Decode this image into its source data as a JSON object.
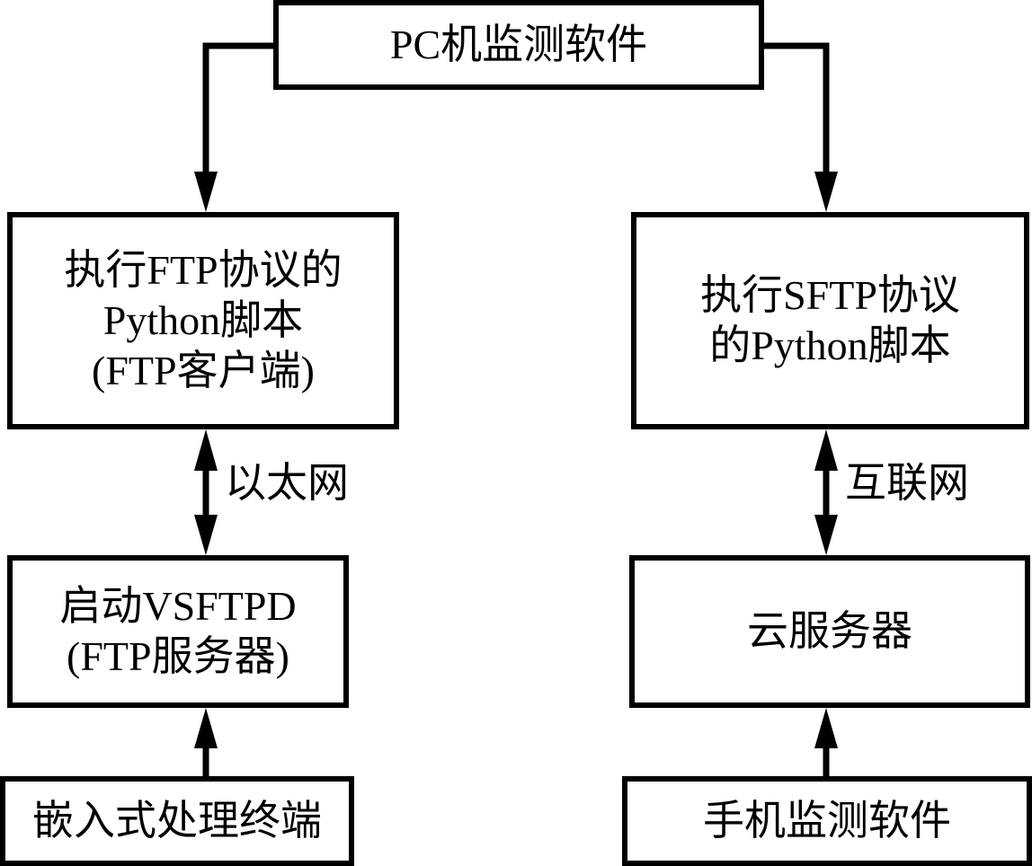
{
  "diagram": {
    "nodes": {
      "pc_software": {
        "lines": [
          "PC机监测软件"
        ]
      },
      "ftp_script": {
        "lines": [
          "执行FTP协议的",
          "Python脚本",
          "(FTP客户端)"
        ]
      },
      "sftp_script": {
        "lines": [
          "执行SFTP协议",
          "的Python脚本"
        ]
      },
      "vsftpd": {
        "lines": [
          "启动VSFTPD",
          "(FTP服务器)"
        ]
      },
      "cloud_server": {
        "lines": [
          "云服务器"
        ]
      },
      "embedded_terminal": {
        "lines": [
          "嵌入式处理终端"
        ]
      },
      "mobile_software": {
        "lines": [
          "手机监测软件"
        ]
      }
    },
    "edge_labels": {
      "ethernet": "以太网",
      "internet": "互联网"
    },
    "edges": [
      {
        "from": "pc_software",
        "to": "ftp_script",
        "type": "directed"
      },
      {
        "from": "pc_software",
        "to": "sftp_script",
        "type": "directed"
      },
      {
        "from": "ftp_script",
        "to": "vsftpd",
        "type": "bidirectional",
        "label": "以太网"
      },
      {
        "from": "sftp_script",
        "to": "cloud_server",
        "type": "bidirectional",
        "label": "互联网"
      },
      {
        "from": "embedded_terminal",
        "to": "vsftpd",
        "type": "directed"
      },
      {
        "from": "mobile_software",
        "to": "cloud_server",
        "type": "directed"
      }
    ]
  }
}
